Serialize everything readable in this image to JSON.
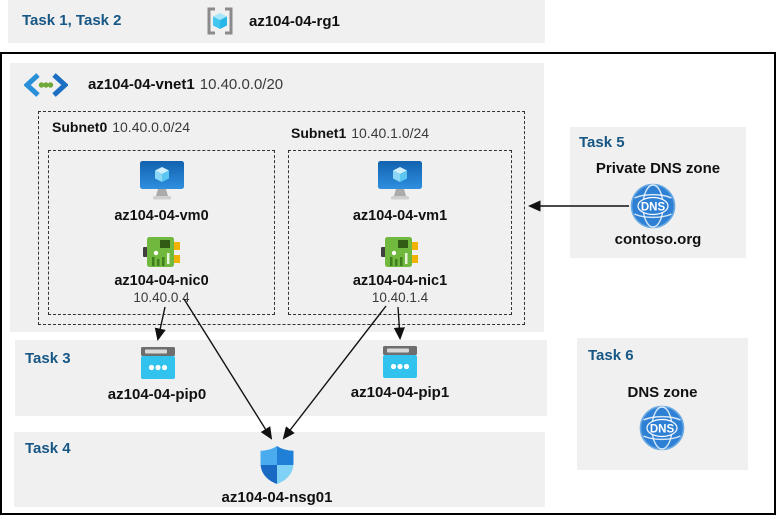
{
  "header": {
    "tasks_label": "Task 1, Task 2",
    "resource_group": "az104-04-rg1"
  },
  "vnet": {
    "name": "az104-04-vnet1",
    "cidr": "10.40.0.0/20",
    "subnets": [
      {
        "name": "Subnet0",
        "cidr": "10.40.0.0/24",
        "vm_name": "az104-04-vm0",
        "nic_name": "az104-04-nic0",
        "nic_ip": "10.40.0.4"
      },
      {
        "name": "Subnet1",
        "cidr": "10.40.1.0/24",
        "vm_name": "az104-04-vm1",
        "nic_name": "az104-04-nic1",
        "nic_ip": "10.40.1.4"
      }
    ]
  },
  "public_ips": [
    {
      "name": "az104-04-pip0"
    },
    {
      "name": "az104-04-pip1"
    }
  ],
  "tasks": {
    "task3": {
      "label": "Task 3"
    },
    "task4": {
      "label": "Task 4",
      "nsg_name": "az104-04-nsg01"
    },
    "task5": {
      "label": "Task 5",
      "title": "Private DNS zone",
      "zone_name": "contoso.org"
    },
    "task6": {
      "label": "Task 6",
      "title": "DNS zone"
    }
  },
  "icons": {
    "resource_group": "brackets-cube-icon",
    "virtual_network": "chevrons-dots-icon",
    "virtual_machine": "monitor-cube-icon",
    "network_interface": "green-nic-card-icon",
    "public_ip": "cyan-browser-dots-icon",
    "network_security_group": "blue-shield-icon",
    "dns_zone": "dns-globe-icon"
  },
  "connections": [
    {
      "from": "az104-04-nic0",
      "to": "az104-04-pip0"
    },
    {
      "from": "az104-04-nic0",
      "to": "az104-04-nsg01"
    },
    {
      "from": "az104-04-nic1",
      "to": "az104-04-pip1"
    },
    {
      "from": "az104-04-nic1",
      "to": "az104-04-nsg01"
    },
    {
      "from": "contoso.org",
      "to": "az104-04-vnet1"
    }
  ],
  "colors": {
    "task_label_blue": "#175785",
    "panel_gray": "#f0f0f0",
    "vm_blue": "#1565c0",
    "nic_green": "#71b83e",
    "pip_cyan": "#31c3ee",
    "dns_blue": "#2e80d4",
    "border_black": "#000000"
  }
}
